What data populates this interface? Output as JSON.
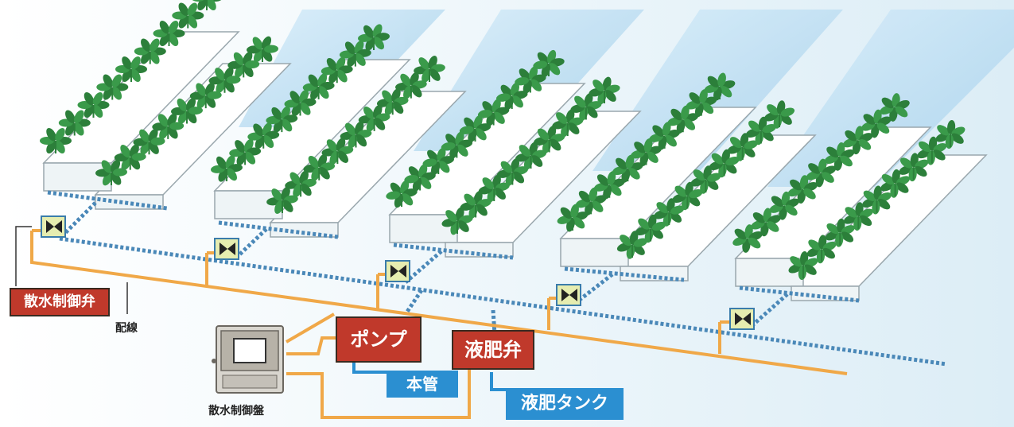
{
  "labels": {
    "sprinkler_valve": "散水制御弁",
    "wiring": "配線",
    "pump": "ポンプ",
    "main_pipe": "本管",
    "fertilizer_valve": "液肥弁",
    "fertilizer_tank": "液肥タンク",
    "control_panel": "散水制御盤"
  },
  "colors": {
    "red_label": "#c0392b",
    "blue_label": "#2b8fd1",
    "wiring": "#f0a848",
    "pipe": "#4a88b8",
    "plant": "#3a9a4a",
    "plant_dark": "#2c7f3a",
    "film": "#c8e4f4",
    "ground": "#e8f4fa"
  },
  "icons": {
    "valve": "valve-icon",
    "panel": "control-panel-icon",
    "plant": "plant-icon"
  }
}
